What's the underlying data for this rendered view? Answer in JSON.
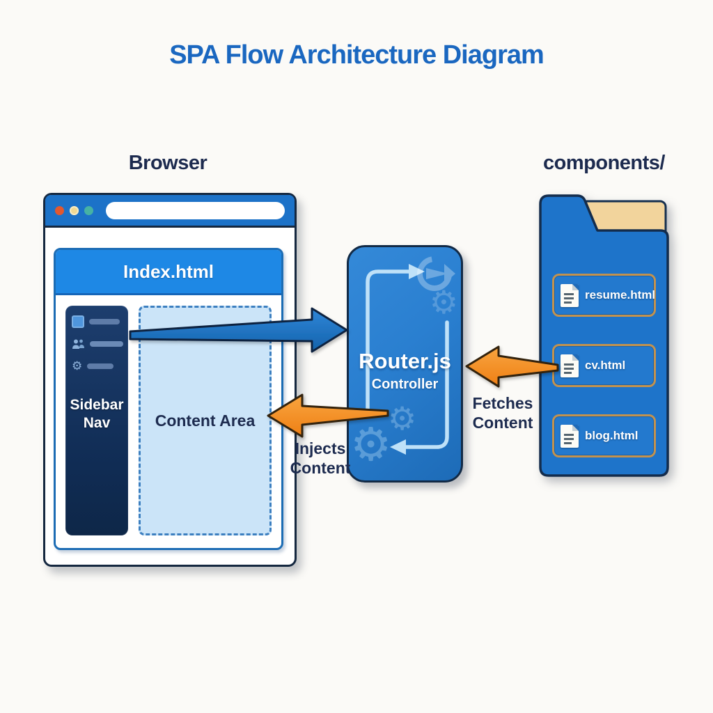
{
  "title": "SPA Flow Architecture Diagram",
  "sections": {
    "browser_label": "Browser",
    "components_label": "components/"
  },
  "browser": {
    "header": "Index.html",
    "sidebar_label": "Sidebar Nav",
    "content_label": "Content Area"
  },
  "router": {
    "title": "Router.js",
    "subtitle": "Controller"
  },
  "components": {
    "files": [
      {
        "name": "resume.html"
      },
      {
        "name": "cv.html"
      },
      {
        "name": "blog.html"
      }
    ]
  },
  "arrows": {
    "injects_label": "Injects Content",
    "fetches_label": "Fetches Content"
  },
  "glyphs": {
    "gear": "⚙"
  },
  "colors": {
    "title_blue": "#1a67c0",
    "navy_text": "#1d2b4f",
    "browser_bar_blue": "#1c72c8",
    "header_blue": "#1e88e5",
    "sidebar_navy": "#16335f",
    "content_light_blue": "#cbe4f8",
    "router_blue": "#2b82d2",
    "folder_blue": "#1e74ca",
    "folder_tan": "#f2d49c",
    "file_border_tan": "#c2924f",
    "arrow_blue": "#1e78cc",
    "arrow_orange": "#f5921e",
    "dot_red": "#e2582e",
    "dot_yellow": "#f0d993",
    "dot_green": "#46b2a4"
  }
}
